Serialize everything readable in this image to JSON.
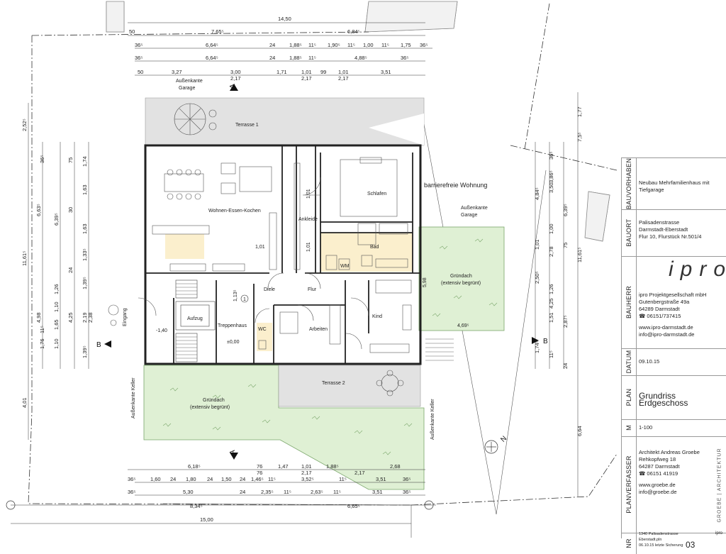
{
  "plan": {
    "dims_top": {
      "r1": [
        "14,50"
      ],
      "r2": [
        "50",
        "7,65⁵",
        "6,84⁵"
      ],
      "r3": [
        "36⁵",
        "6,64⁵",
        "24",
        "1,88⁵",
        "11⁵",
        "1,90⁵",
        "11⁵",
        "1,00",
        "11⁵",
        "1,75",
        "36⁵"
      ],
      "r4": [
        "36⁵",
        "6,64⁵",
        "24",
        "1,88⁵",
        "11⁵",
        "4,88⁵",
        "36⁵"
      ],
      "r5": [
        "50",
        "3,27",
        "3,00",
        "1,71",
        "1,01",
        "99",
        "1,01",
        "3,51"
      ],
      "r5b": [
        "2,17",
        "2,17",
        "2,17"
      ]
    },
    "dims_bottom": {
      "r1": [
        "6,18⁵",
        "76",
        "1,47",
        "1,01",
        "1,88⁵",
        "2,68"
      ],
      "r1b": [
        "76",
        "2,17",
        "2,17"
      ],
      "r2": [
        "36⁵",
        "1,60",
        "24",
        "1,80",
        "24",
        "1,50",
        "24",
        "1,46⁵",
        "11⁵",
        "3,52⁵",
        "11⁵",
        "3,51",
        "36⁵"
      ],
      "r3": [
        "36⁵",
        "5,30",
        "24",
        "2,35⁵",
        "11⁵",
        "2,63⁵",
        "11⁵",
        "3,51",
        "36⁵"
      ],
      "r4": [
        "8,34⁵",
        "6,65⁵"
      ],
      "r5": [
        "15,00"
      ]
    },
    "dims_left": [
      "2,52⁵",
      "11,61⁵",
      "6,63⁵",
      "4,98",
      "4,01",
      "6,39⁵",
      "1,74",
      "1,63",
      "1,63",
      "1,33⁵",
      "1,39⁵",
      "1,26",
      "1,10",
      "1,65",
      "1,10",
      "1,76",
      "1,39⁵",
      "2,19",
      "4,25",
      "2,38",
      "30",
      "36⁵",
      "11⁵",
      "24",
      "75"
    ],
    "dims_right": [
      "1,77",
      "7,5⁵",
      "11,61⁵",
      "6,64",
      "4,84⁵",
      "3,50",
      "3,86⁵",
      "6,39⁵",
      "1,00",
      "2,78",
      "1,51",
      "2,50⁵",
      "4,25",
      "2,87⁵",
      "1,26",
      "1,74⁵",
      "11⁵",
      "24",
      "36⁵",
      "1,01",
      "75"
    ],
    "rooms": {
      "terrasse1": "Terrasse 1",
      "wohnen": "Wohnen-Essen-Kochen",
      "ankleide": "Ankleide",
      "schlafen": "Schlafen",
      "bad": "Bad",
      "diele": "Diele",
      "flur": "Flur",
      "aufzug": "Aufzug",
      "treppenhaus": "Treppenhaus",
      "wc": "WC",
      "arbeiten": "Arbeiten",
      "kind": "Kind",
      "terrasse2": "Terrasse 2",
      "gruendach1_a": "Gründach",
      "gruendach1_b": "(extensiv begrünt)",
      "gruendach2_a": "Gründach",
      "gruendach2_b": "(extensiv begrünt)"
    },
    "annotations": {
      "aussenkante_garage_1a": "Außenkante",
      "aussenkante_garage_1b": "Garage",
      "aussenkante_garage_2a": "Außenkante",
      "aussenkante_garage_2b": "Garage",
      "barrierefrei": "barrierefreie Wohnung",
      "eingang": "Eingang",
      "aussenkante_keller_1": "Außenkante Keller",
      "aussenkante_keller_2": "Außenkante Keller",
      "level1": "-1,40",
      "level2": "±0,00",
      "gd_dim1": "5,98",
      "gd_dim2": "4,69⁵",
      "bad_dim": "1,01",
      "ank_dim": "1,01",
      "ank_dim2": "1,01",
      "wm": "WM",
      "diele_dim": "1,13⁵",
      "circle_num": "1",
      "section_a": "A",
      "section_b": "B",
      "north": "N"
    }
  },
  "titleblock": {
    "bauvorhaben": {
      "label": "BAUVORHABEN",
      "lines": [
        "Neubau Mehrfamilienhaus mit",
        "Tiefgarage"
      ]
    },
    "bauort": {
      "label": "BAUORT",
      "lines": [
        "Palisadenstrasse",
        "Darmstadt-Eberstadt",
        "Flur 10, Flurstück Nr.501/4"
      ]
    },
    "bauherr": {
      "label": "BAUHERR",
      "logo": "ipro",
      "lines": [
        "ipro Projektgesellschaft mbH",
        "Gutenbergstraße 49a",
        "64289 Darmstadt",
        "☎ 06151/737415",
        "",
        "www.ipro-darmstadt.de",
        "info@ipro-darmstadt.de"
      ]
    },
    "datum": {
      "label": "DATUM",
      "value": "09.10.15"
    },
    "plan": {
      "label": "PLAN",
      "value": "Grundriss Erdgeschoss"
    },
    "m": {
      "label": "M",
      "value": "1-100"
    },
    "planverfasser": {
      "label": "PLANVERFASSER",
      "lines": [
        "Architekt Andreas Groebe",
        "Rehkopfweg 18",
        "64287 Darmstadt",
        "☎ 06151 41919",
        "",
        "www.groebe.de",
        "info@groebe.de"
      ],
      "logo": "GROEBE | ARCHITEKTUR"
    },
    "nr": {
      "label": "NR",
      "line1": "1340 Palisadenstrasse",
      "line1_right": "ipro",
      "line2": "Eberstadt.pln",
      "line3": "06.10.15 letzte Sicherung",
      "value": "03"
    }
  }
}
